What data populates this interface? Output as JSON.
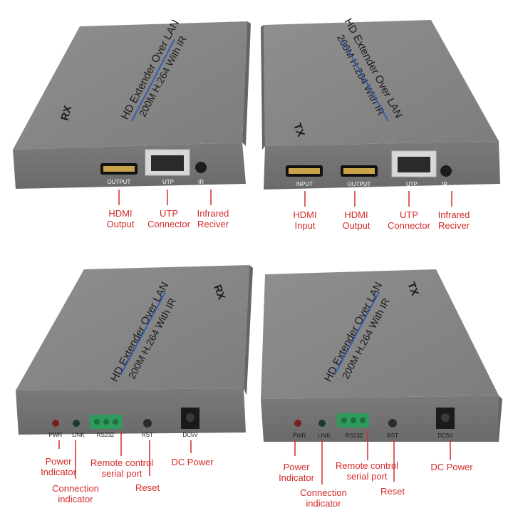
{
  "units": {
    "rx_top": {
      "model_text": "HD Extender Over LAN",
      "model_sub": "200M H.264 With IR",
      "side": "RX",
      "port_labels": [
        "OUTPUT",
        "UTP",
        "IR"
      ],
      "callouts": [
        {
          "line1": "HDMI",
          "line2": "Output"
        },
        {
          "line1": "UTP",
          "line2": "Connector"
        },
        {
          "line1": "Infrared",
          "line2": "Reciver"
        }
      ]
    },
    "tx_top": {
      "model_text": "HD Extender Over LAN",
      "model_sub": "200M H.264 With IR",
      "side": "TX",
      "port_labels": [
        "INPUT",
        "OUTPUT",
        "UTP",
        "IR"
      ],
      "callouts": [
        {
          "line1": "HDMI",
          "line2": "Input"
        },
        {
          "line1": "HDMI",
          "line2": "Output"
        },
        {
          "line1": "UTP",
          "line2": "Connector"
        },
        {
          "line1": "Infrared",
          "line2": "Reciver"
        }
      ]
    },
    "rx_bottom": {
      "model_text": "HD Extender Over LAN",
      "model_sub": "200M H.264 With IR",
      "side": "RX",
      "port_labels": [
        "PWR",
        "LINK",
        "RS232",
        "RST",
        "DC5V"
      ],
      "callouts": [
        {
          "line1": "Power",
          "line2": "Indicator"
        },
        {
          "line1": "Connection",
          "line2": "indicator"
        },
        {
          "line1": "Remote control",
          "line2": "serial port"
        },
        {
          "line1": "Reset",
          "line2": ""
        },
        {
          "line1": "DC Power",
          "line2": ""
        }
      ]
    },
    "tx_bottom": {
      "model_text": "HD Extender Over LAN",
      "model_sub": "200M H.264 With IR",
      "side": "TX",
      "port_labels": [
        "PWR",
        "LINK",
        "RS232",
        "RST",
        "DC5V"
      ],
      "callouts": [
        {
          "line1": "Power",
          "line2": "Indicator"
        },
        {
          "line1": "Connection",
          "line2": "indicator"
        },
        {
          "line1": "Remote control",
          "line2": "serial port"
        },
        {
          "line1": "Reset",
          "line2": ""
        },
        {
          "line1": "DC Power",
          "line2": ""
        }
      ]
    }
  },
  "colors": {
    "case_top": "#8a8a8a",
    "case_front": "#7c7c7c",
    "panel": "#727272",
    "callout": "#d32a2a",
    "label_stripe": "#2f5fb0",
    "terminal": "#2f9b5a"
  }
}
